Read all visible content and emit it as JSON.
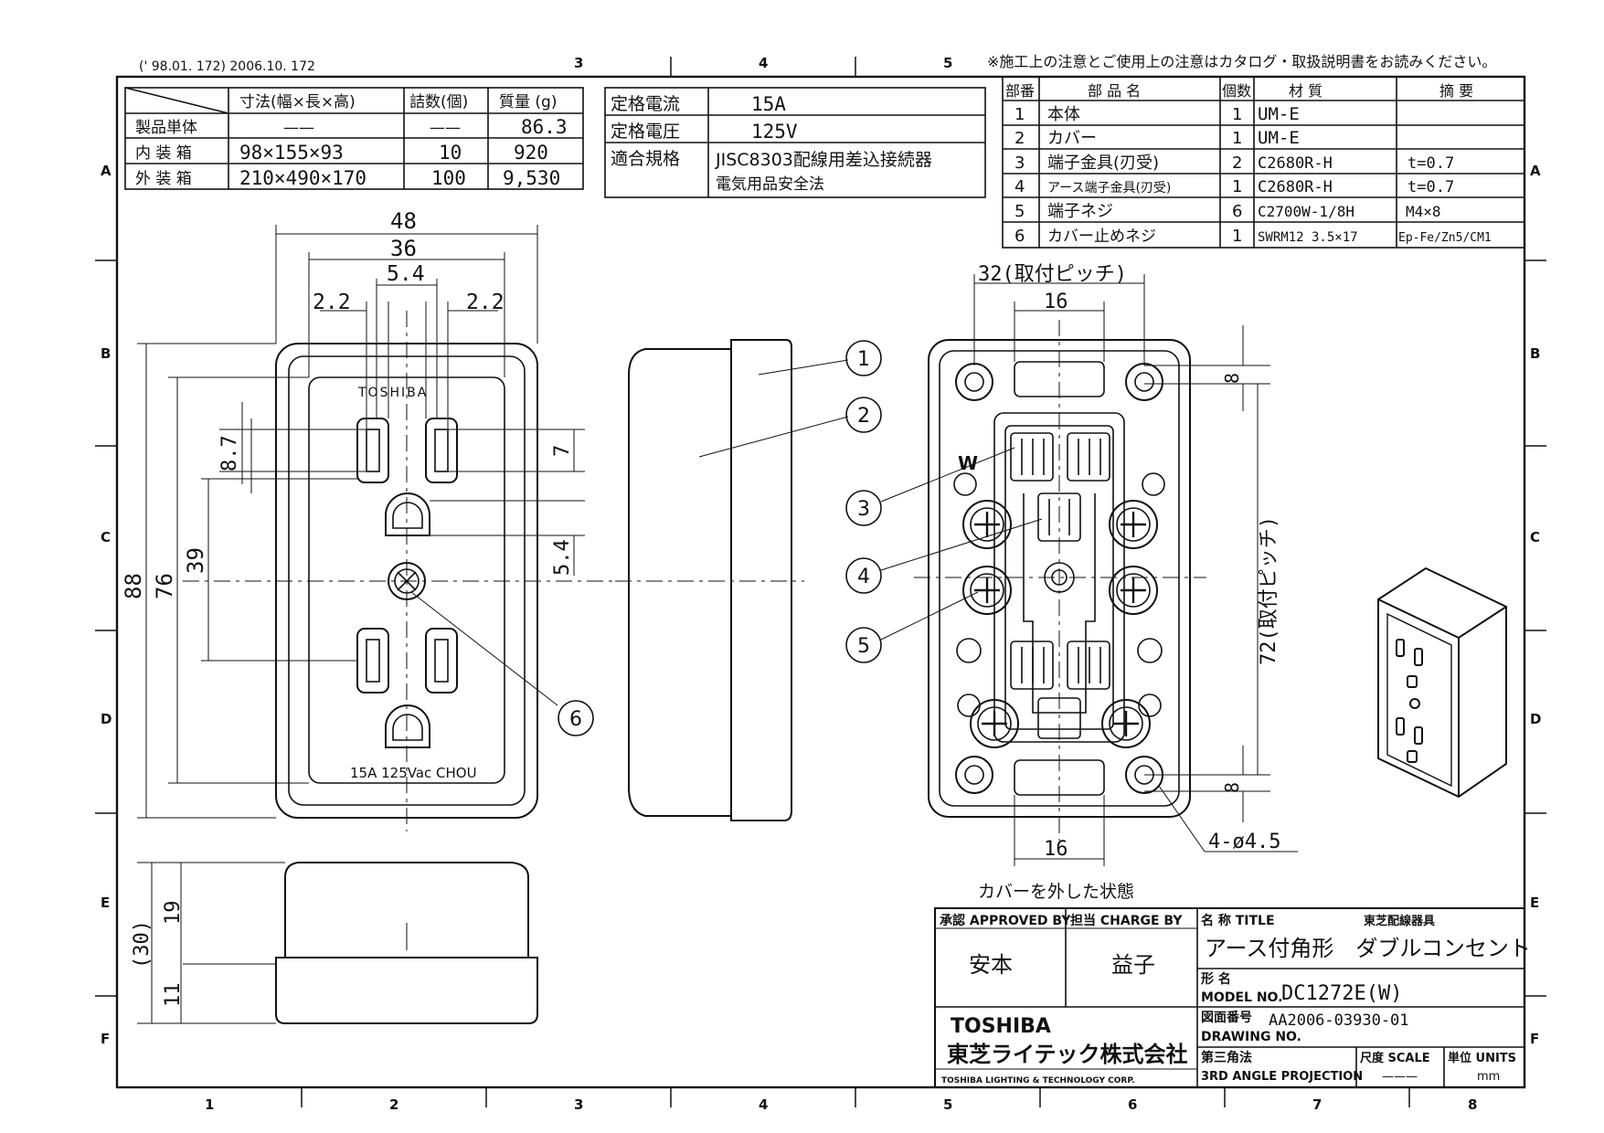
{
  "header": {
    "revision_note": "(' 98.01.  172)   2006.10.  172",
    "notice": "※施工上の注意とご使用上の注意はカタログ・取扱説明書をお読みください。"
  },
  "zones": {
    "columns": [
      "1",
      "2",
      "3",
      "4",
      "5",
      "6",
      "7",
      "8"
    ],
    "rows": [
      "A",
      "B",
      "C",
      "D",
      "E",
      "F"
    ]
  },
  "packaging_table": {
    "headers": [
      "寸法(幅×長×高)",
      "詰数(個)",
      "質量 (g)"
    ],
    "rows": [
      {
        "label": "製品単体",
        "size": "——",
        "qty": "——",
        "mass": "86.3"
      },
      {
        "label": "内 装 箱",
        "size": "98×155×93",
        "qty": "10",
        "mass": "920"
      },
      {
        "label": "外 装 箱",
        "size": "210×490×170",
        "qty": "100",
        "mass": "9,530"
      }
    ]
  },
  "rating_table": {
    "rows": [
      {
        "label": "定格電流",
        "value": "15A"
      },
      {
        "label": "定格電圧",
        "value": "125V"
      },
      {
        "label": "適合規格",
        "value": "JISC8303配線用差込接続器",
        "value2": "電気用品安全法"
      }
    ]
  },
  "parts_table": {
    "headers": [
      "部番",
      "部 品 名",
      "個数",
      "材 質",
      "摘 要"
    ],
    "rows": [
      {
        "no": "1",
        "name": "本体",
        "qty": "1",
        "material": "UM-E",
        "note": ""
      },
      {
        "no": "2",
        "name": "カバー",
        "qty": "1",
        "material": "UM-E",
        "note": ""
      },
      {
        "no": "3",
        "name": "端子金具(刃受)",
        "qty": "2",
        "material": "C2680R-H",
        "note": "t=0.7"
      },
      {
        "no": "4",
        "name": "アース端子金具(刃受)",
        "qty": "1",
        "material": "C2680R-H",
        "note": "t=0.7"
      },
      {
        "no": "5",
        "name": "端子ネジ",
        "qty": "6",
        "material": "C2700W-1/8H",
        "note": "M4×8"
      },
      {
        "no": "6",
        "name": "カバー止めネジ",
        "qty": "1",
        "material": "SWRM12 3.5×17",
        "note": "Ep-Fe/Zn5/CM1"
      }
    ]
  },
  "front_view": {
    "dims": {
      "width_48": "48",
      "width_36": "36",
      "pin_54": "5.4",
      "pin_22_left": "2.2",
      "pin_22_right": "2.2",
      "height_88": "88",
      "height_76": "76",
      "height_39": "39",
      "slot_87": "8.7",
      "slot_7": "7",
      "ground_54": "5.4"
    },
    "brand": "TOSHIBA",
    "rating_label": "15A 125Vac CHOU"
  },
  "callouts": [
    "1",
    "2",
    "3",
    "4",
    "5",
    "6"
  ],
  "back_view": {
    "dims": {
      "pitch_32": "32(取付ピッチ)",
      "top_16": "16",
      "bottom_16": "16",
      "pitch_72": "72(取付ピッチ)",
      "top_8": "8",
      "bottom_8": "8",
      "holes": "4-ø4.5"
    },
    "w_mark": "W",
    "caption": "カバーを外した状態"
  },
  "side_view": {
    "dims": {
      "total_30": "(30)",
      "upper_19": "19",
      "lower_11": "11"
    }
  },
  "title_block": {
    "approved_label": "承認 APPROVED BY",
    "approved_name": "安本",
    "charge_label": "担当 CHARGE BY",
    "charge_name": "益子",
    "title_label": "名 称 TITLE",
    "title_category": "東芝配線器具",
    "title_name": "アース付角形　ダブルコンセント",
    "model_label_jp": "形 名",
    "model_label_en": "MODEL NO.",
    "model_no": "DC1272E(W)",
    "drawing_label_jp": "図面番号",
    "drawing_label_en": "DRAWING NO.",
    "drawing_no": "AA2006-03930-01",
    "brand_logo": "TOSHIBA",
    "company_jp": "東芝ライテック株式会社",
    "company_en": "TOSHIBA LIGHTING & TECHNOLOGY CORP.",
    "projection_jp": "第三角法",
    "projection_en": "3RD ANGLE PROJECTION",
    "scale_label": "尺度 SCALE",
    "scale_value": "———",
    "units_label": "単位 UNITS",
    "units_value": "mm"
  }
}
